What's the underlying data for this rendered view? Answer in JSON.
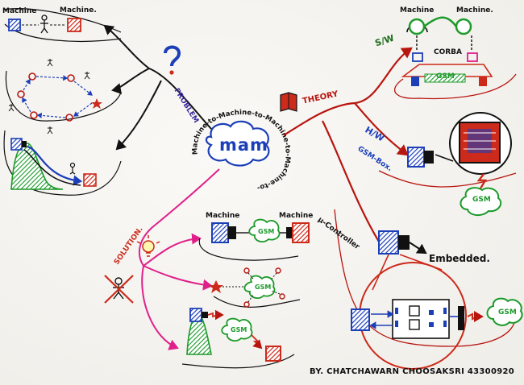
{
  "center": {
    "title": "mam",
    "ring_text": "Machine-to-Machine-to-Machine-to-Machine-to-"
  },
  "branches": {
    "problem": "PROBLEM",
    "theory": "THEORY",
    "solution": "SOLUTION.",
    "sw": "S/W",
    "hw": "H/W",
    "gsm_box": "GSM-Box.",
    "controller": "µ-Controller"
  },
  "labels": {
    "machine_a": "Machine",
    "machine_b": "Machine.",
    "theory_machine_1": "Machine",
    "theory_machine_2": "Machine.",
    "corba": "CORBA",
    "gsm_theory": "GSM",
    "gsm_box_cloud": "GSM",
    "sol_machine_1": "Machine",
    "sol_machine_2": "Machine",
    "gsm_sol1": "GSM",
    "gsm_sol2": "GSM",
    "gsm_sol3": "GSM",
    "embedded": "Embedded.",
    "gsm_controller": "GSM",
    "author": "BY. CHATCHAWARN CHOOSAKSRI 43300920"
  },
  "colors": {
    "ink": "#111111",
    "machine_blue": "#1c3fb8",
    "machine_red": "#cc2a1a",
    "gsm_green": "#1c9a2a",
    "branch_red": "#b8150f",
    "solution_magenta": "#e0208a",
    "problem_purple": "#3a2a9a"
  }
}
